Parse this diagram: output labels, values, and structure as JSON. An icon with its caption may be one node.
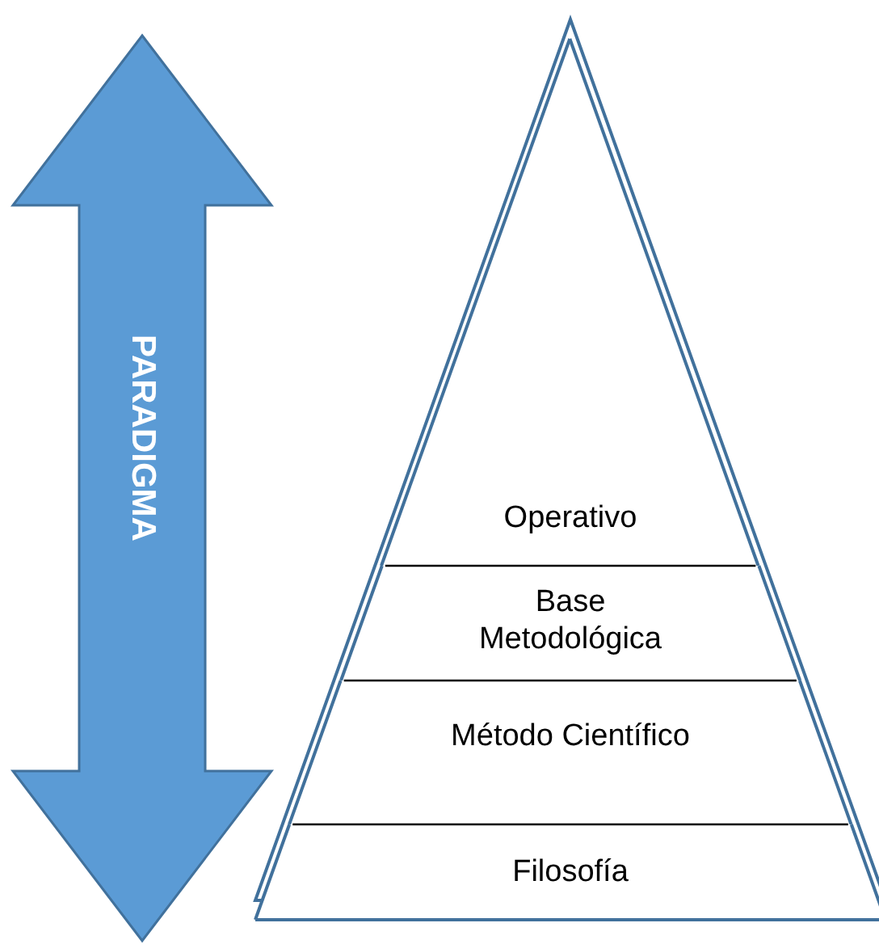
{
  "diagram": {
    "nodes": [
      {
        "text": [
          "PARADIGMA"
        ]
      },
      {
        "text": [],
        "shape": "triangle"
      },
      {
        "text": [
          "Operativo"
        ],
        "in": 1
      },
      {
        "text": [
          "Base Metodológica"
        ],
        "in": 1
      },
      {
        "text": [
          "Método Científico"
        ],
        "in": 1
      },
      {
        "text": [
          "Filosofía"
        ],
        "in": 1
      }
    ],
    "edges": []
  }
}
